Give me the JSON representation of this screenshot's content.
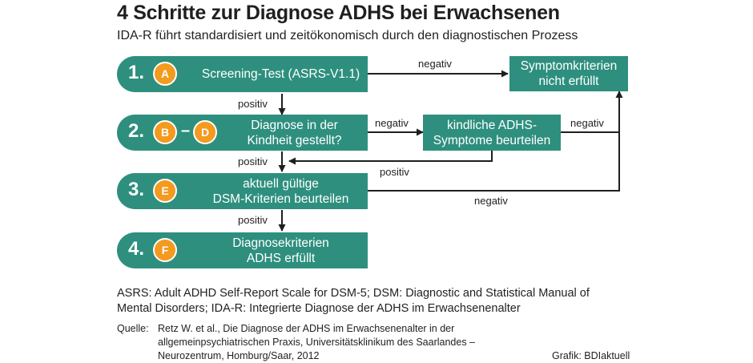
{
  "title": "4 Schritte zur Diagnose ADHS bei Erwachsenen",
  "subtitle": "IDA-R führt standardisiert und zeitökonomisch durch den diagnostischen Prozess",
  "steps": [
    {
      "number": "1.",
      "badges": [
        "A"
      ],
      "text_lines": [
        "Screening-Test (ASRS-V1.1)"
      ]
    },
    {
      "number": "2.",
      "badges": [
        "B",
        "D"
      ],
      "separator": "–",
      "text_lines": [
        "Diagnose in der",
        "Kindheit gestellt?"
      ]
    },
    {
      "number": "3.",
      "badges": [
        "E"
      ],
      "text_lines": [
        "aktuell gültige",
        "DSM-Kriterien beurteilen"
      ]
    },
    {
      "number": "4.",
      "badges": [
        "F"
      ],
      "text_lines": [
        "Diagnosekriterien",
        "ADHS erfüllt"
      ]
    }
  ],
  "boxes": {
    "not_met": [
      "Symptomkriterien",
      "nicht erfüllt"
    ],
    "childhood": [
      "kindliche ADHS-",
      "Symptome beurteilen"
    ]
  },
  "edge_labels": {
    "negativ": "negativ",
    "positiv": "positiv"
  },
  "footnote": [
    "ASRS: Adult ADHD Self-Report Scale for DSM-5; DSM: Diagnostic and Statistical Manual of",
    "Mental Disorders; IDA-R: Integrierte Diagnose der ADHS im Erwachsenenalter"
  ],
  "source": {
    "label": "Quelle:",
    "lines": [
      "Retz W. et al., Die Diagnose der ADHS im Erwachsenenalter in der",
      "allgemeinpsychiatrischen Praxis, Universitätsklinikum des Saarlandes –",
      "Neurozentrum, Homburg/Saar, 2012"
    ]
  },
  "credit": "Grafik: BDIaktuell",
  "colors": {
    "teal": "#2e8f7e",
    "orange": "#f39a1f"
  }
}
